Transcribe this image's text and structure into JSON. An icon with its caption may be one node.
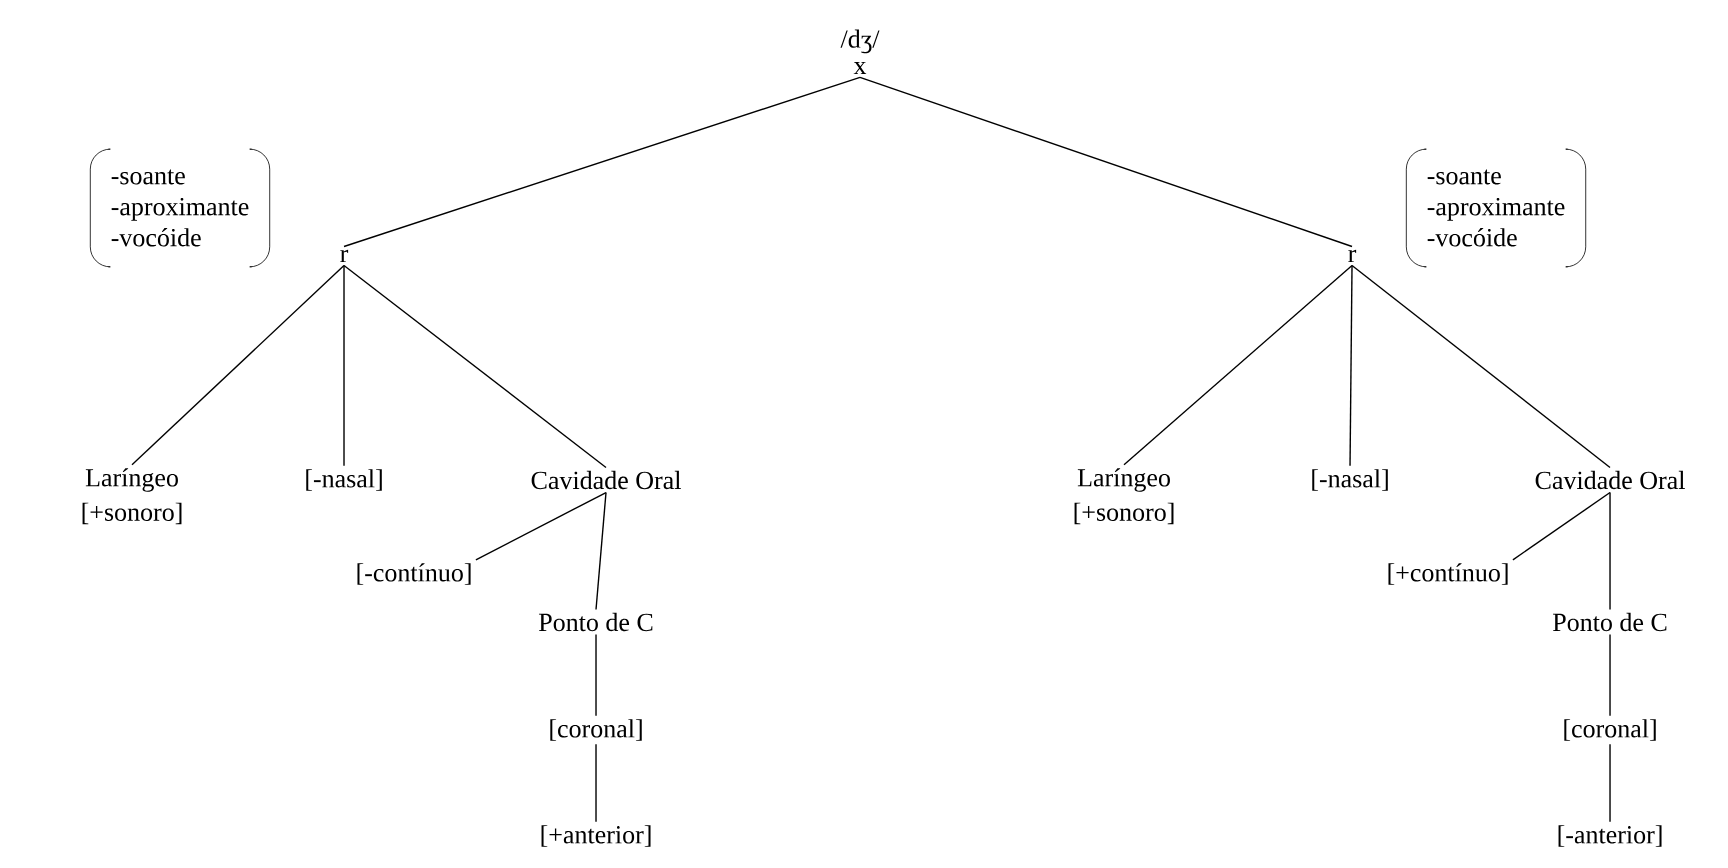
{
  "diagram": {
    "nodes": [
      {
        "text": [
          "x"
        ],
        "beside": [
          "/dʒ/"
        ]
      },
      {
        "text": [
          "-soante",
          "-aproximante",
          "-vocóide"
        ]
      },
      {
        "text": [
          "r"
        ]
      },
      {
        "text": [
          "r"
        ]
      },
      {
        "text": [
          "-soante",
          "-aproximante",
          "-vocóide"
        ]
      },
      {
        "text": [
          "Laríngeo"
        ],
        "beside": [
          "[+sonoro]"
        ]
      },
      {
        "text": [
          "[-nasal]"
        ]
      },
      {
        "text": [
          "Cavidade Oral"
        ]
      },
      {
        "text": [
          "[-contínuo]"
        ]
      },
      {
        "text": [
          "Ponto de C"
        ]
      },
      {
        "text": [
          "[coronal]"
        ]
      },
      {
        "text": [
          "[+anterior]"
        ]
      },
      {
        "text": [
          "Laríngeo"
        ],
        "beside": [
          "[+sonoro]"
        ]
      },
      {
        "text": [
          "[-nasal]"
        ]
      },
      {
        "text": [
          "Cavidade Oral"
        ]
      },
      {
        "text": [
          "[+contínuo]"
        ]
      },
      {
        "text": [
          "Ponto de C"
        ]
      },
      {
        "text": [
          "[coronal]"
        ]
      },
      {
        "text": [
          "[-anterior]"
        ]
      }
    ],
    "edges": [
      {
        "from": 0,
        "to": 2,
        "arrow": "none"
      },
      {
        "from": 0,
        "to": 3,
        "arrow": "none"
      },
      {
        "from": 2,
        "to": 5,
        "arrow": "none"
      },
      {
        "from": 2,
        "to": 6,
        "arrow": "none"
      },
      {
        "from": 2,
        "to": 7,
        "arrow": "none"
      },
      {
        "from": 7,
        "to": 8,
        "arrow": "none"
      },
      {
        "from": 7,
        "to": 9,
        "arrow": "none"
      },
      {
        "from": 9,
        "to": 10,
        "arrow": "none"
      },
      {
        "from": 10,
        "to": 11,
        "arrow": "none"
      },
      {
        "from": 3,
        "to": 12,
        "arrow": "none"
      },
      {
        "from": 3,
        "to": 13,
        "arrow": "none"
      },
      {
        "from": 3,
        "to": 14,
        "arrow": "none"
      },
      {
        "from": 14,
        "to": 15,
        "arrow": "none"
      },
      {
        "from": 14,
        "to": 16,
        "arrow": "none"
      },
      {
        "from": 16,
        "to": 17,
        "arrow": "none"
      },
      {
        "from": 17,
        "to": 18,
        "arrow": "none"
      }
    ]
  }
}
